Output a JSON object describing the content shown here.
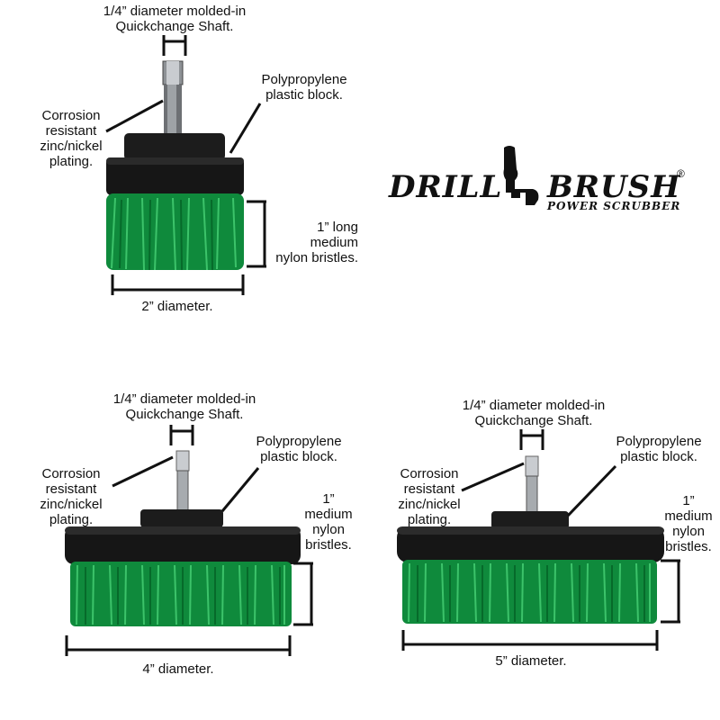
{
  "logo": {
    "word1": "DRILL",
    "word2": "BRUSH",
    "tagline": "POWER SCRUBBER",
    "registered": "®"
  },
  "colors": {
    "bristle_green": "#0f8a3c",
    "block_black": "#1c1c1c",
    "shaft_silver": "#b9bcc0"
  },
  "brush_small": {
    "shaft_label": [
      "1/4” diameter molded-in",
      "Quickchange Shaft."
    ],
    "block_label": [
      "Polypropylene",
      "plastic block."
    ],
    "plating_label": [
      "Corrosion",
      "resistant",
      "zinc/nickel",
      "plating."
    ],
    "bristle_label": [
      "1” long",
      "medium",
      "nylon bristles."
    ],
    "diameter_label": "2” diameter."
  },
  "brush_medium": {
    "shaft_label": [
      "1/4” diameter molded-in",
      "Quickchange Shaft."
    ],
    "block_label": [
      "Polypropylene",
      "plastic block."
    ],
    "plating_label": [
      "Corrosion",
      "resistant",
      "zinc/nickel",
      "plating."
    ],
    "bristle_label": [
      "1”",
      "medium",
      "nylon",
      "bristles."
    ],
    "diameter_label": "4” diameter."
  },
  "brush_large": {
    "shaft_label": [
      "1/4” diameter molded-in",
      "Quickchange Shaft."
    ],
    "block_label": [
      "Polypropylene",
      "plastic block."
    ],
    "plating_label": [
      "Corrosion",
      "resistant",
      "zinc/nickel",
      "plating."
    ],
    "bristle_label": [
      "1”",
      "medium",
      "nylon",
      "bristles."
    ],
    "diameter_label": "5” diameter."
  }
}
